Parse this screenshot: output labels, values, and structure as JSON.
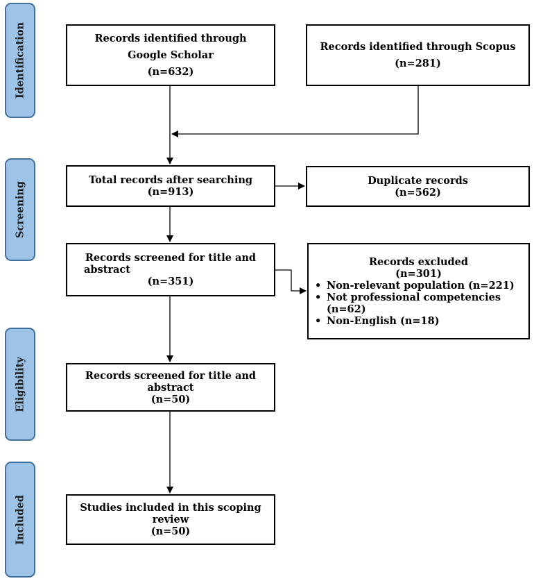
{
  "phases": {
    "identification": "Identification",
    "screening": "Screening",
    "eligibility": "Eligibility",
    "included": "Included"
  },
  "boxes": {
    "google_scholar": {
      "line1": "Records identified through",
      "line2": "Google Scholar",
      "count": "(n=632)"
    },
    "scopus": {
      "line1": "Records identified through Scopus",
      "count": "(n=281)"
    },
    "total_records": {
      "line1": "Total records after searching",
      "count": "(n=913)"
    },
    "duplicates": {
      "line1": "Duplicate records",
      "count": "(n=562)"
    },
    "screened": {
      "line1": "Records  screened for title and",
      "line2": "abstract",
      "count": "(n=351)"
    },
    "excluded": {
      "title": "Records excluded",
      "count": "(n=301)",
      "items": [
        "Non-relevant population (n=221)",
        "Not professional  competencies (n=62)",
        "Non-English (n=18)"
      ]
    },
    "eligibility": {
      "line1": "Records screened for title and",
      "line2": "abstract",
      "count": "(n=50)"
    },
    "included": {
      "line1": "Studies included in this scoping",
      "line2": "review",
      "count": "(n=50)"
    }
  },
  "colors": {
    "phase_fill": "#9dc3e6",
    "phase_border": "#41719c",
    "box_border": "#000000"
  }
}
